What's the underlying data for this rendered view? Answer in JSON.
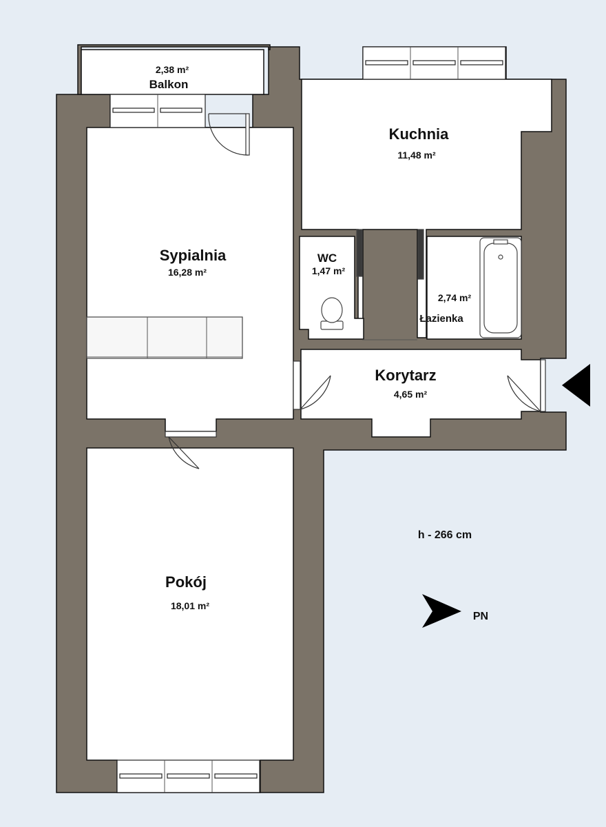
{
  "rooms": {
    "balkon": {
      "name": "Balkon",
      "area": "2,38 m²"
    },
    "sypialnia": {
      "name": "Sypialnia",
      "area": "16,28 m²"
    },
    "kuchnia": {
      "name": "Kuchnia",
      "area": "11,48 m²"
    },
    "wc": {
      "name": "WC",
      "area": "1,47 m²"
    },
    "lazienka": {
      "name": "Łazienka",
      "area": "2,74 m²"
    },
    "korytarz": {
      "name": "Korytarz",
      "area": "4,65 m²"
    },
    "pokoj": {
      "name": "Pokój",
      "area": "18,01 m²"
    }
  },
  "ceiling_height": "h - 266 cm",
  "compass": {
    "label": "PN"
  },
  "colors": {
    "background": "#e6edf4",
    "wall": "#7b7368",
    "floor": "#ffffff",
    "marker": "#000000"
  }
}
